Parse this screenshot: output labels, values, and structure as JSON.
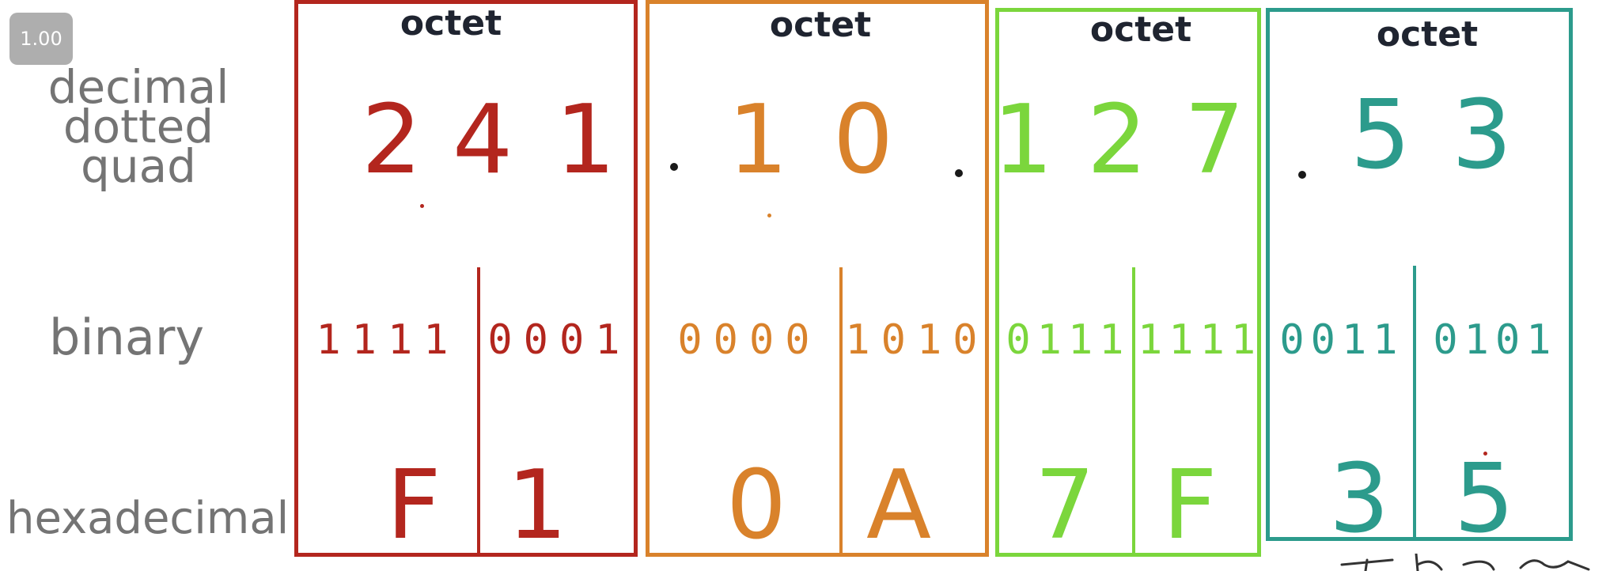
{
  "zoom_level": "1.00",
  "row_labels": {
    "decimal": [
      "decimal",
      "dotted",
      "quad"
    ],
    "binary": "binary",
    "hexadecimal": "hexadecimal"
  },
  "octets": [
    {
      "title": "octet",
      "color": "#b3261e",
      "decimal": [
        "2",
        "4",
        "1"
      ],
      "binary": [
        "1111",
        "0001"
      ],
      "hex": [
        "F",
        "1"
      ]
    },
    {
      "title": "octet",
      "color": "#d9822b",
      "decimal": [
        "1",
        "0"
      ],
      "binary": [
        "0000",
        "1010"
      ],
      "hex": [
        "0",
        "A"
      ]
    },
    {
      "title": "octet",
      "color": "#7bd63c",
      "decimal": [
        "1",
        "2",
        "7"
      ],
      "binary": [
        "0111",
        "1111"
      ],
      "hex": [
        "7",
        "F"
      ]
    },
    {
      "title": "octet",
      "color": "#2c9b8c",
      "decimal": [
        "5",
        "3"
      ],
      "binary": [
        "0011",
        "0101"
      ],
      "hex": [
        "3",
        "5"
      ]
    }
  ]
}
